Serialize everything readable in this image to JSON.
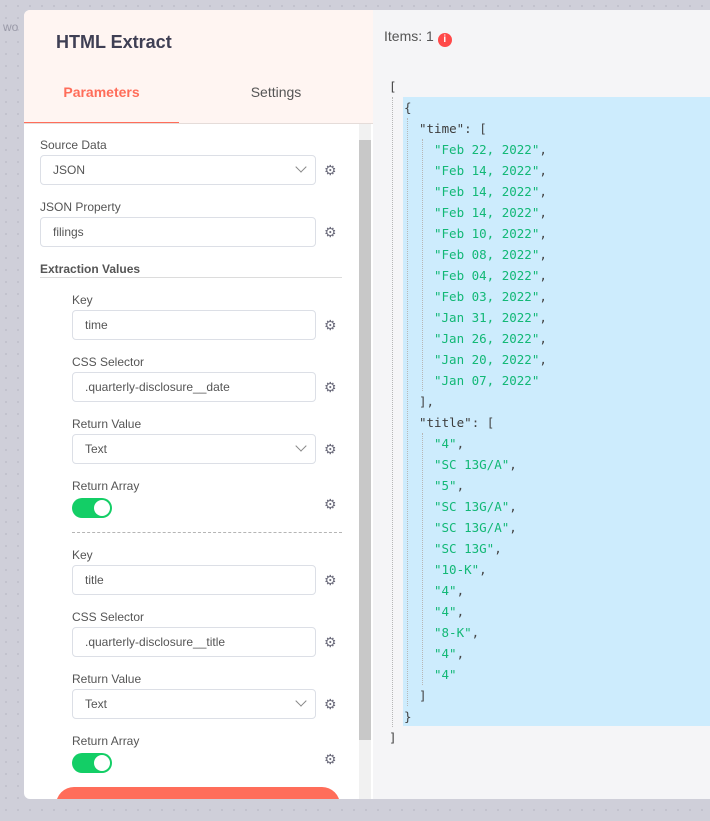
{
  "background": {
    "label": "wo"
  },
  "node": {
    "title": "HTML Extract",
    "tabs": [
      {
        "label": "Parameters",
        "active": true
      },
      {
        "label": "Settings",
        "active": false
      }
    ]
  },
  "params": {
    "source_data": {
      "label": "Source Data",
      "value": "JSON"
    },
    "json_property": {
      "label": "JSON Property",
      "value": "filings"
    },
    "extraction_values": {
      "title": "Extraction Values",
      "items": [
        {
          "key_label": "Key",
          "key_value": "time",
          "selector_label": "CSS Selector",
          "selector_value": ".quarterly-disclosure__date",
          "return_value_label": "Return Value",
          "return_value": "Text",
          "return_array_label": "Return Array",
          "return_array": true
        },
        {
          "key_label": "Key",
          "key_value": "title",
          "selector_label": "CSS Selector",
          "selector_value": ".quarterly-disclosure__title",
          "return_value_label": "Return Value",
          "return_value": "Text",
          "return_array_label": "Return Array",
          "return_array": true
        }
      ]
    }
  },
  "output": {
    "items_label": "Items: 1",
    "info_icon": "i",
    "json": {
      "time": [
        "Feb 22, 2022",
        "Feb 14, 2022",
        "Feb 14, 2022",
        "Feb 14, 2022",
        "Feb 10, 2022",
        "Feb 08, 2022",
        "Feb 04, 2022",
        "Feb 03, 2022",
        "Jan 31, 2022",
        "Jan 26, 2022",
        "Jan 20, 2022",
        "Jan 07, 2022"
      ],
      "title": [
        "4",
        "SC 13G/A",
        "5",
        "SC 13G/A",
        "SC 13G/A",
        "SC 13G",
        "10-K",
        "4",
        "4",
        "8-K",
        "4",
        "4"
      ]
    }
  },
  "colors": {
    "accent": "#ff6d5a",
    "toggle_on": "#13ce66",
    "json_string": "#12b876",
    "json_highlight": "#cdecfd"
  },
  "icons": {
    "gear": "gear-icon",
    "chevron": "chevron-down-icon",
    "info": "info-icon"
  }
}
